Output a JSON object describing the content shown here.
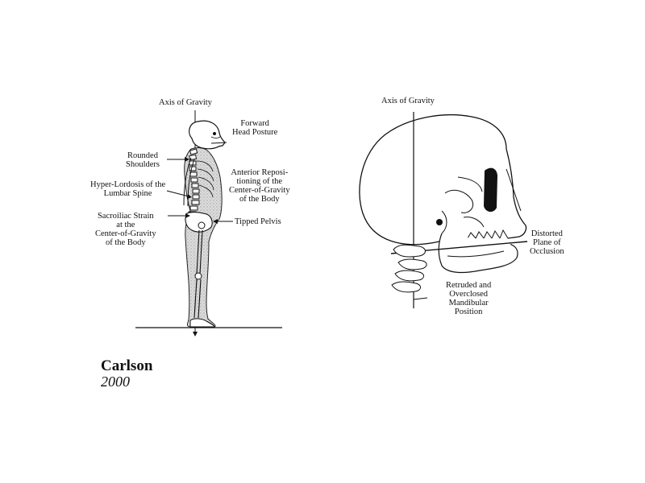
{
  "left_figure": {
    "axis_label": "Axis of Gravity",
    "labels": {
      "forward_head": [
        "Forward",
        "Head Posture"
      ],
      "rounded_shoulders": [
        "Rounded",
        "Shoulders"
      ],
      "anterior": [
        "Anterior Reposi-",
        "tioning of the",
        "Center-of-Gravity",
        "of the Body"
      ],
      "hyper_lordosis": [
        "Hyper-Lordosis of the",
        "Lumbar Spine"
      ],
      "sacroiliac": [
        "Sacroiliac Strain",
        "at the",
        "Center-of-Gravity",
        "of the Body"
      ],
      "tipped_pelvis": [
        "Tipped Pelvis"
      ]
    }
  },
  "right_figure": {
    "axis_label": "Axis of Gravity",
    "labels": {
      "distorted_plane": [
        "Distorted",
        "Plane of",
        "Occlusion"
      ],
      "retruded": [
        "Retruded and",
        "Overclosed",
        "Mandibular",
        "Position"
      ]
    }
  },
  "caption": {
    "author": "Carlson",
    "year": "2000"
  }
}
